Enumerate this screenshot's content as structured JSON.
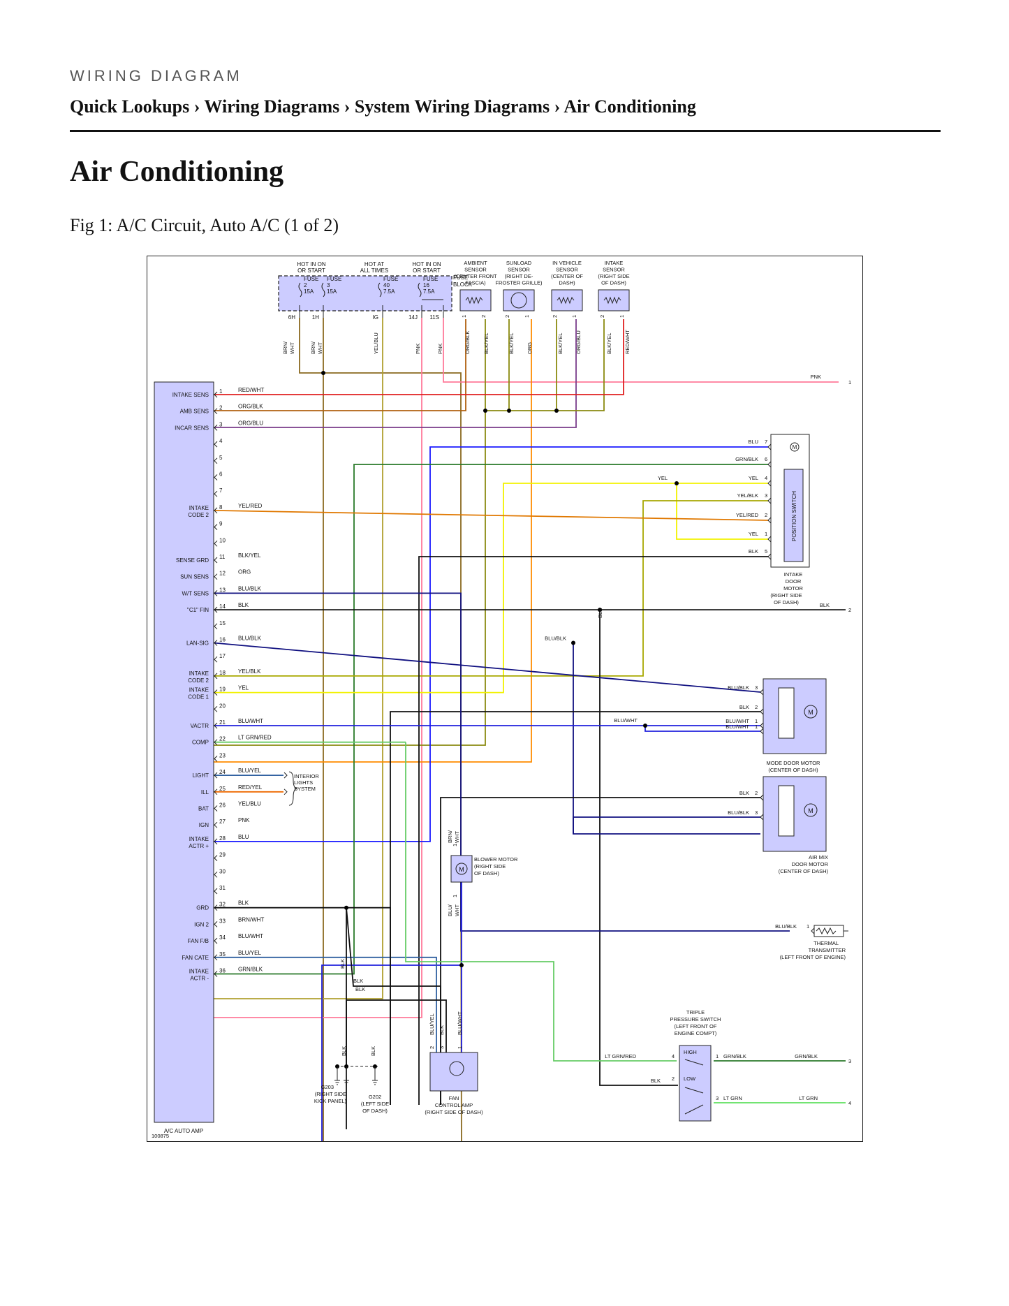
{
  "header": {
    "eyebrow": "WIRING DIAGRAM",
    "breadcrumb": "Quick Lookups › Wiring Diagrams › System Wiring Diagrams › Air Conditioning"
  },
  "page_title": "Air Conditioning",
  "figure": {
    "caption": "Fig 1: A/C Circuit, Auto A/C (1 of 2)",
    "ref_number": "100875"
  },
  "colors": {
    "module_fill": "#ccccff",
    "RED/WHT": "#e02020",
    "ORG/BLK": "#b06010",
    "ORG/BLU": "#7a3c8a",
    "BLU": "#1a1aff",
    "GRN/BLK": "#2a7a2a",
    "YEL": "#f2f200",
    "YEL/BLK": "#a8a800",
    "YEL/RED": "#e07800",
    "BLK": "#111111",
    "BLK/YEL": "#8a8a10",
    "ORG": "#ff8c00",
    "BLU/BLK": "#101080",
    "BLU/WHT": "#2020dd",
    "LT GRN/RED": "#66cc66",
    "BLU/YEL": "#3060a0",
    "RED/YEL": "#ee6a00",
    "YEL/BLU": "#b0a030",
    "PNK": "#ff7a9a",
    "BRN/WHT": "#8a6a20",
    "LT GRN": "#5ee05e"
  },
  "fuse_block": {
    "label_line1": "FUSE",
    "label_line2": "BLOCK",
    "groups": [
      {
        "l1": "HOT IN ON",
        "l2": "OR START"
      },
      {
        "l1": "HOT AT",
        "l2": "ALL TIMES"
      },
      {
        "l1": "HOT IN ON",
        "l2": "OR START"
      }
    ],
    "fuses": [
      {
        "name": "FUSE",
        "num": "2",
        "amp": "15A"
      },
      {
        "name": "FUSE",
        "num": "3",
        "amp": "15A"
      },
      {
        "name": "FUSE",
        "num": "40",
        "amp": "7.5A"
      },
      {
        "name": "FUSE",
        "num": "16",
        "amp": "7.5A"
      }
    ],
    "pins": [
      "6H",
      "1H",
      "IG",
      "14J",
      "11S"
    ]
  },
  "sensors": [
    {
      "l1": "AMBIENT",
      "l2": "SENSOR",
      "l3": "(CENTER FRONT",
      "l4": "FASCIA)"
    },
    {
      "l1": "SUNLOAD",
      "l2": "SENSOR",
      "l3": "(RIGHT DE-",
      "l4": "FROSTER GRILLE)"
    },
    {
      "l1": "IN VEHICLE",
      "l2": "SENSOR",
      "l3": "(CENTER OF",
      "l4": "DASH)"
    },
    {
      "l1": "INTAKE",
      "l2": "SENSOR",
      "l3": "(RIGHT SIDE",
      "l4": "OF DASH)"
    }
  ],
  "sensor_pins": [
    "1",
    "2",
    "2",
    "1",
    "2",
    "1",
    "2",
    "1"
  ],
  "vertical_wires": [
    "BRN/",
    "WHT",
    "BRN/",
    "WHT",
    "YEL/BLU",
    "PNK",
    "PNK",
    "ORG/BLK",
    "BLK/YEL",
    "BLK/YEL",
    "ORG",
    "BLK/YEL",
    "ORG/BLU",
    "BLK/YEL",
    "RED/WHT"
  ],
  "amp": {
    "name": "A/C AUTO AMP",
    "pin_labels": {
      "1": "INTAKE SENS",
      "2": "AMB SENS",
      "3": "INCAR SENS",
      "8a": "INTAKE",
      "8b": "CODE 2",
      "11": "SENSE GRD",
      "12": "SUN SENS",
      "13": "W/T SENS",
      "14": "\"C1\" FIN",
      "16": "LAN-SIG",
      "18a": "INTAKE",
      "18b": "CODE 2",
      "19a": "INTAKE",
      "19b": "CODE 1",
      "21": "VACTR",
      "22": "COMP",
      "24": "LIGHT",
      "25": "ILL",
      "26": "BAT",
      "27": "IGN",
      "28a": "INTAKE",
      "28b": "ACTR +",
      "32": "GRD",
      "33": "IGN 2",
      "34": "FAN F/B",
      "35": "FAN CATE",
      "36a": "INTAKE",
      "36b": "ACTR -"
    },
    "pins": [
      "1",
      "2",
      "3",
      "4",
      "5",
      "6",
      "7",
      "8",
      "9",
      "10",
      "11",
      "12",
      "13",
      "14",
      "15",
      "16",
      "17",
      "18",
      "19",
      "20",
      "21",
      "22",
      "23",
      "24",
      "25",
      "26",
      "27",
      "28",
      "29",
      "30",
      "31",
      "32",
      "33",
      "34",
      "35",
      "36"
    ],
    "wire_colors": {
      "1": "RED/WHT",
      "2": "ORG/BLK",
      "3": "ORG/BLU",
      "8": "YEL/RED",
      "11": "BLK/YEL",
      "12": "ORG",
      "13": "BLU/BLK",
      "14": "BLK",
      "16": "BLU/BLK",
      "18": "YEL/BLK",
      "19": "YEL",
      "21": "BLU/WHT",
      "22": "LT GRN/RED",
      "24": "BLU/YEL",
      "25": "RED/YEL",
      "26": "YEL/BLU",
      "27": "PNK",
      "28": "BLU",
      "32": "BLK",
      "33": "BRN/WHT",
      "34": "BLU/WHT",
      "35": "BLU/YEL",
      "36": "GRN/BLK"
    }
  },
  "interior_lights": {
    "l1": "INTERIOR",
    "l2": "LIGHTS",
    "l3": "SYSTEM"
  },
  "intake_door_motor": {
    "l1": "INTAKE",
    "l2": "DOOR",
    "l3": "MOTOR",
    "l4": "(RIGHT SIDE",
    "l5": "OF DASH)",
    "switch_label": "POSITION SWITCH",
    "motor_symbol": "M",
    "pins": [
      {
        "wire": "BLU",
        "pin": "7"
      },
      {
        "wire": "GRN/BLK",
        "pin": "6"
      },
      {
        "wire": "YEL",
        "pin": "4"
      },
      {
        "wire": "YEL/BLK",
        "pin": "3"
      },
      {
        "wire": "YEL/RED",
        "pin": "2"
      },
      {
        "wire": "YEL",
        "pin": "1"
      },
      {
        "wire": "BLK",
        "pin": "5"
      }
    ],
    "yel_splice_label": "YEL"
  },
  "edge_refs": [
    {
      "wire": "PNK",
      "num": "1"
    },
    {
      "wire": "BLK",
      "num": "2"
    },
    {
      "wire": "GRN/BLK",
      "num": "3"
    },
    {
      "wire": "LT GRN",
      "num": "4"
    }
  ],
  "blk_vertical": "BLK",
  "mode_door_motor": {
    "l1": "MODE DOOR MOTOR",
    "l2": "(CENTER OF DASH)",
    "motor_symbol": "M",
    "mid_wire": "BLU/BLK",
    "pins": [
      {
        "wire": "BLU/BLK",
        "pin": "3"
      },
      {
        "wire": "BLK",
        "pin": "2"
      },
      {
        "wire": "BLU/WHT",
        "pin": "1"
      }
    ]
  },
  "air_mix_motor": {
    "l1": "AIR MIX",
    "l2": "DOOR MOTOR",
    "l3": "(CENTER OF DASH)",
    "motor_symbol": "M",
    "mid_wire": "BLU/WHT",
    "pins": [
      {
        "wire": "BLU/WHT",
        "pin": "1"
      },
      {
        "wire": "BLK",
        "pin": "2"
      },
      {
        "wire": "BLU/BLK",
        "pin": "3"
      }
    ]
  },
  "thermal_transmitter": {
    "l1": "THERMAL",
    "l2": "TRANSMITTER",
    "l3": "(LEFT FRONT OF ENGINE)",
    "wire": "BLU/BLK",
    "pin": "1"
  },
  "blower_motor": {
    "l1": "BLOWER MOTOR",
    "l2": "(RIGHT SIDE",
    "l3": "OF DASH)",
    "motor_symbol": "M",
    "top_wire_a": "BRN/",
    "top_wire_b": "WHT",
    "bottom_wire_a": "BLU/",
    "bottom_wire_b": "WHT",
    "pin_top": "1",
    "pin_bottom": "1"
  },
  "fan_control_amp": {
    "l1": "FAN",
    "l2": "CONTROL AMP",
    "l3": "(RIGHT SIDE OF DASH)",
    "wires": [
      "BLU/YEL",
      "BLK",
      "BLU/WHT"
    ],
    "pins": [
      "2",
      "3",
      "1"
    ]
  },
  "pressure_switch": {
    "l1": "TRIPLE",
    "l2": "PRESSURE SWITCH",
    "l3": "(LEFT FRONT OF",
    "l4": "ENGINE COMPT)",
    "high": "HIGH",
    "low": "LOW",
    "pin_left_top": "4",
    "pin_left_bottom": "2",
    "pin_right_top": "1",
    "pin_right_bottom": "3",
    "wire_in": "LT GRN/RED",
    "wire_gnd": "BLK",
    "wire_out1": "GRN/BLK",
    "wire_out3": "LT GRN"
  },
  "grounds": {
    "g203_l1": "G203",
    "g203_l2": "(RIGHT SIDE",
    "g203_l3": "KICK PANEL)",
    "g202_l1": "G202",
    "g202_l2": "(LEFT SIDE",
    "g202_l3": "OF DASH)",
    "wire": "BLK"
  }
}
